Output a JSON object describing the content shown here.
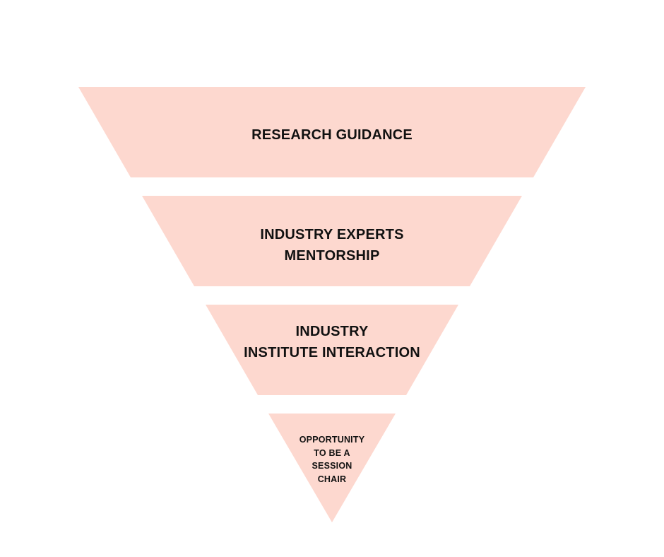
{
  "colors": {
    "segment_fill": "#fdd8cf",
    "text": "#111111",
    "background": "#ffffff"
  },
  "funnel": {
    "levels": [
      {
        "lines": [
          "RESEARCH GUIDANCE"
        ]
      },
      {
        "lines": [
          "INDUSTRY EXPERTS",
          "MENTORSHIP"
        ]
      },
      {
        "lines": [
          "INDUSTRY",
          "INSTITUTE INTERACTION"
        ]
      },
      {
        "lines": [
          "OPPORTUNITY",
          "TO BE A",
          "SESSION",
          "CHAIR"
        ]
      }
    ]
  }
}
